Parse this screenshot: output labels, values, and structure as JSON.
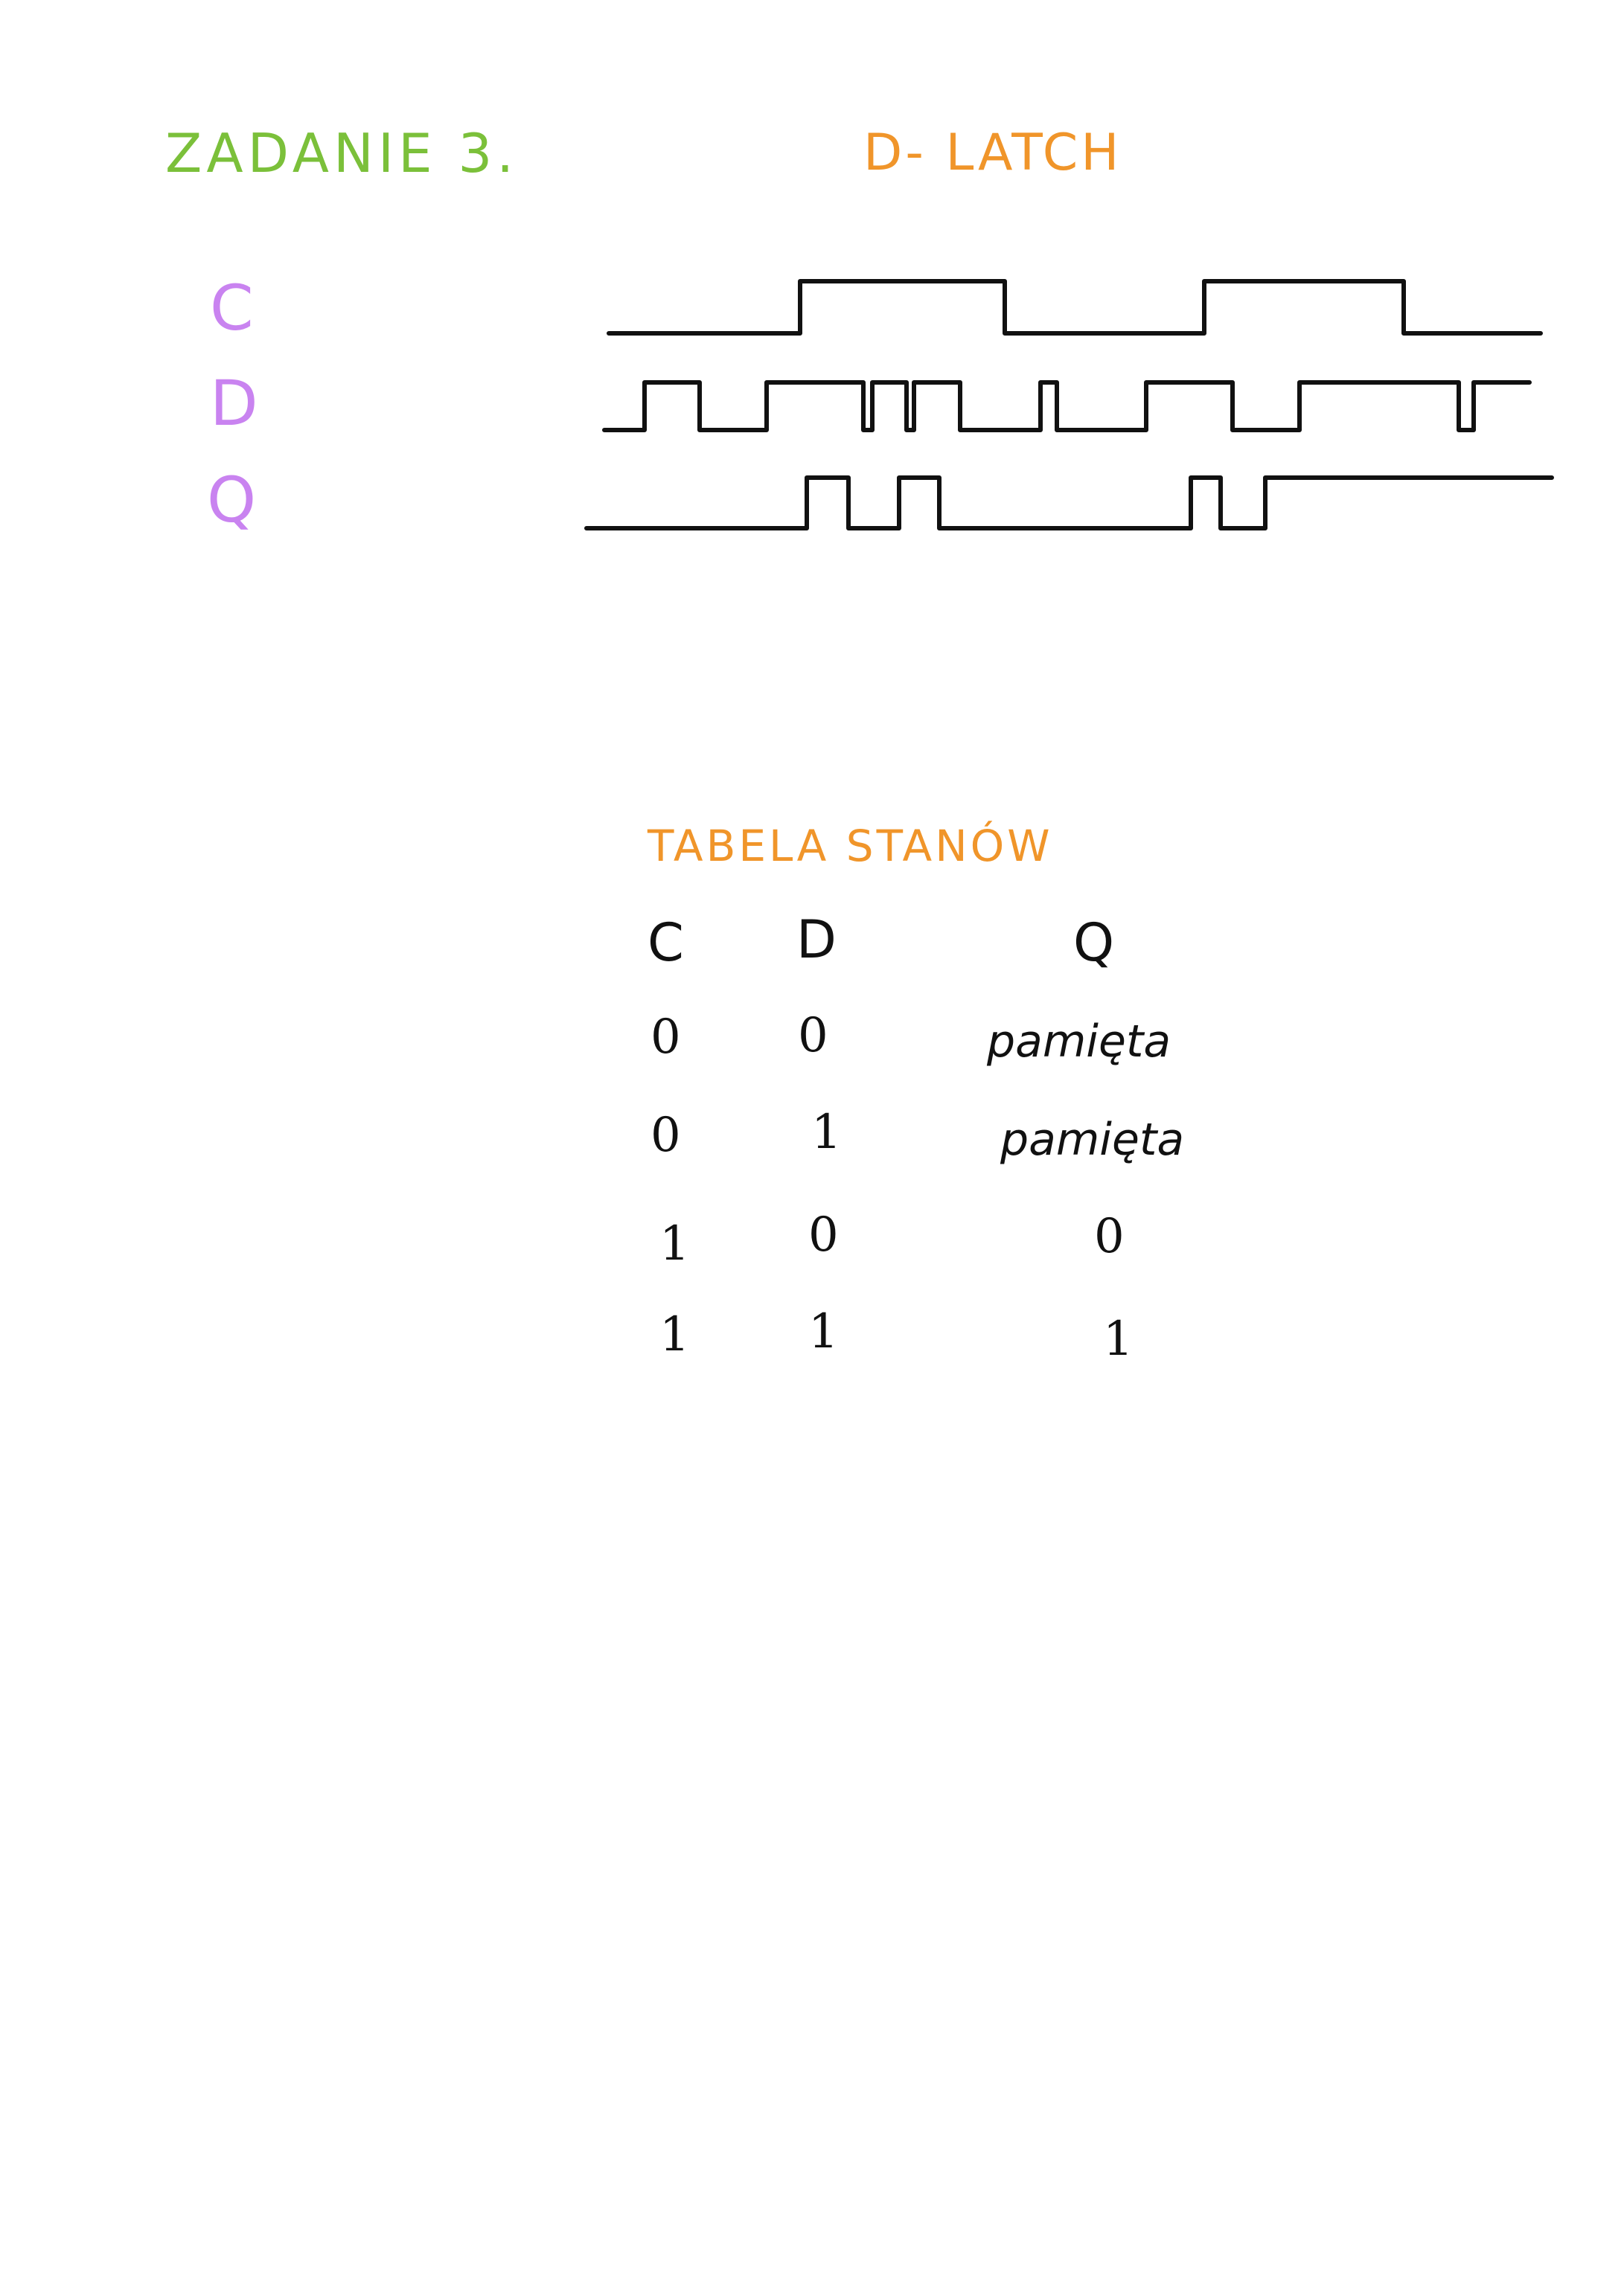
{
  "title": "ZADANIE 3.",
  "subtitle": "D- LATCH",
  "signals": {
    "c": {
      "label": "C",
      "levels": [
        0,
        1,
        0,
        1,
        0
      ]
    },
    "d": {
      "label": "D",
      "levels": [
        0,
        1,
        0,
        0,
        1,
        0,
        1,
        0,
        1,
        0,
        1,
        0,
        1,
        0,
        1,
        0,
        1
      ]
    },
    "q": {
      "label": "Q",
      "levels": [
        0,
        1,
        0,
        1,
        0,
        1,
        0,
        1
      ]
    },
    "color": "#c983f0",
    "stroke_color": "#111111"
  },
  "state_table": {
    "title": "TABELA   STANÓW",
    "headers": [
      "C",
      "D",
      "Q"
    ],
    "rows": [
      [
        "0",
        "0",
        "pamięta"
      ],
      [
        "0",
        "1",
        "pamięta"
      ],
      [
        "1",
        "0",
        "0"
      ],
      [
        "1",
        "1",
        "1"
      ]
    ]
  },
  "colors": {
    "title": "#7bc03a",
    "accent": "#f0952a",
    "signal_label": "#c983f0",
    "ink": "#111111"
  }
}
